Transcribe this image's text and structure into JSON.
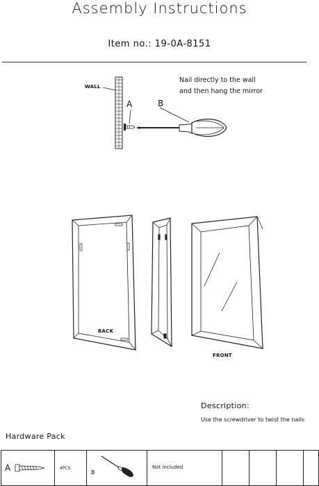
{
  "header": {
    "title": "Assembly Instructions",
    "item_no": "Item no.: 19-0A-8151"
  },
  "step1": {
    "wall_label": "WALL",
    "label_a": "A",
    "label_b": "B",
    "note_line1": "Nail directly to the wall",
    "note_line2": "and then hang the mirror"
  },
  "views": {
    "back_label": "BACK",
    "front_label": "FRONT"
  },
  "description": {
    "title": "Description:",
    "text": "Use the screwdriver to twist the nails"
  },
  "hardware": {
    "title": "Hardware Pack",
    "a_label": "A",
    "a_qty": "4PCS",
    "b_label": "B",
    "b_note": "Not included"
  },
  "icons": [
    "wall-icon",
    "nail-icon",
    "screwdriver-icon",
    "mirror-back-icon",
    "mirror-side-icon",
    "mirror-front-icon"
  ]
}
